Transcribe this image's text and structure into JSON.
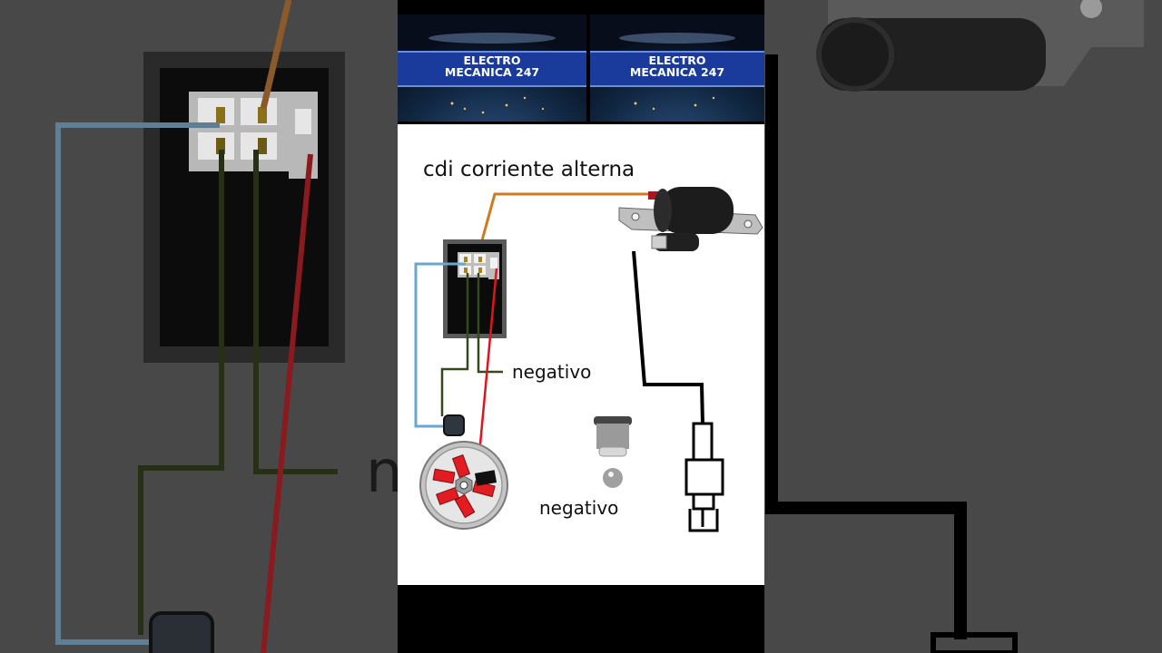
{
  "banner": {
    "line1": "ELECTRO",
    "line2": "MECANICA 247"
  },
  "diagram": {
    "title": "cdi corriente alterna",
    "label_negativo_cdi": "negativo",
    "label_negativo_switch": "negativo"
  },
  "background": {
    "zoom_label": "n"
  },
  "colors": {
    "wire_orange": "#d2781f",
    "wire_red": "#e0141c",
    "wire_green": "#34491c",
    "wire_blue": "#6aa7cf",
    "wire_black": "#000000",
    "banner_blue": "#1a3b9c",
    "magnet_red": "#e31b23"
  }
}
